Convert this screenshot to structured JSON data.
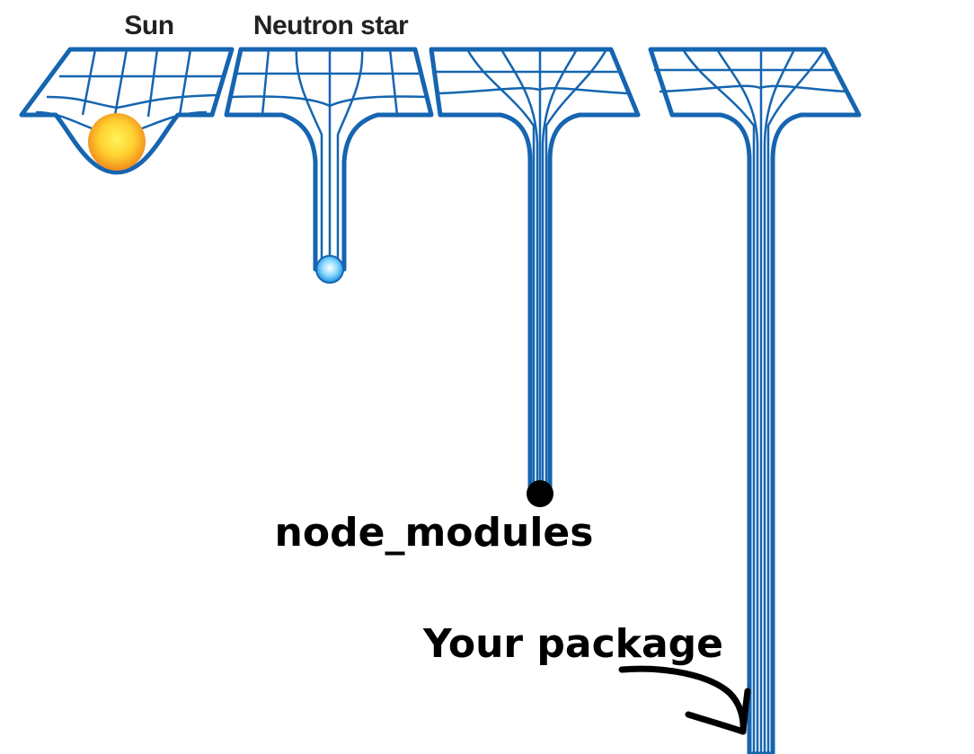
{
  "labels": {
    "sun": "Sun",
    "neutron_star": "Neutron star",
    "node_modules": "node_modules",
    "your_package": "Your package"
  },
  "colors": {
    "grid_blue": "#1565b0",
    "sun_inner": "#ffe93a",
    "sun_outer": "#f08a1c",
    "neutron_inner": "#e9fbff",
    "neutron_outer": "#1aa3e8",
    "black_ball": "#000000",
    "arrow": "#000000"
  },
  "icons": {
    "sun_ball": "sun-icon",
    "neutron_ball": "neutron-star-icon",
    "black_ball": "black-hole-icon",
    "arrow": "hand-drawn-arrow-icon"
  }
}
